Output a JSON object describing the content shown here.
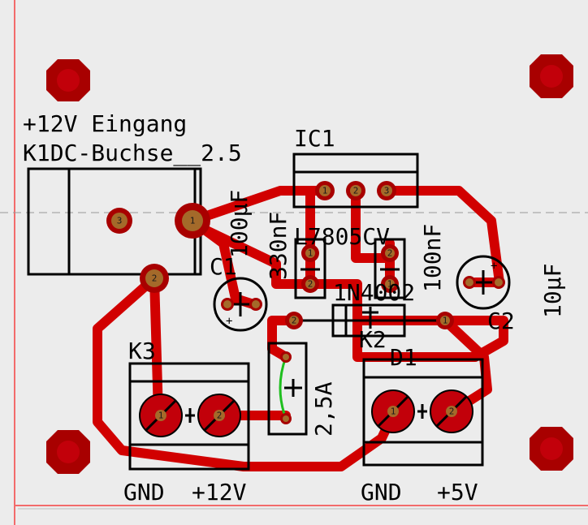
{
  "labels": {
    "power_in": "+12V Eingang",
    "jack": "K1DC-Buchse__2.5",
    "ic": "IC1",
    "regulator": "L7805CV",
    "c1": "C1",
    "c1_val": "100µF",
    "c2": "C2",
    "c2_val": "10µF",
    "c330": "330nF",
    "c100n": "100nF",
    "diode_part": "1N4002",
    "d1": "D1",
    "k2": "K2",
    "k3": "K3",
    "fuse": "2,5A",
    "gnd_left": "GND",
    "plus12": "+12V",
    "gnd_right": "GND",
    "plus5": "+5V"
  },
  "pads": {
    "p1": "1",
    "p2": "2",
    "p3": "3"
  },
  "colors": {
    "board": "#ececec",
    "copper": "#d10000",
    "pad_ring": "#a80000",
    "pad_fill": "#a46a2a",
    "silk": "#000000",
    "outline": "#f26b6b"
  }
}
